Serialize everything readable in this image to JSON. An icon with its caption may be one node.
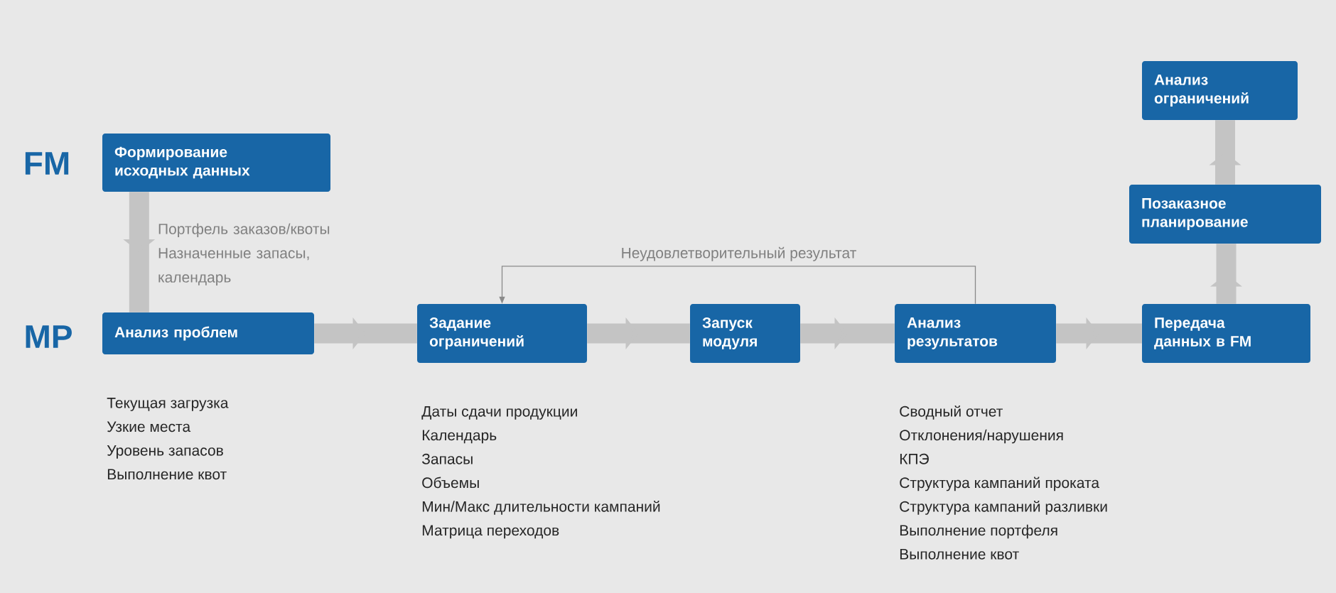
{
  "diagram": {
    "nodes": [
      {
        "text": [
          "Формирование исходных данных"
        ]
      },
      {
        "text": [
          "Анализ проблем"
        ],
        "beside": [
          "Текущая загрузка",
          "Узкие места",
          "Уровень запасов",
          "Выполнение квот"
        ]
      },
      {
        "text": [
          "Задание ограничений"
        ],
        "beside": [
          "Даты сдачи продукции",
          "Календарь",
          "Запасы",
          "Объемы",
          "Мин/Макс длительности кампаний",
          "Матрица переходов"
        ]
      },
      {
        "text": [
          "Запуск модуля"
        ]
      },
      {
        "text": [
          "Анализ результатов"
        ],
        "beside": [
          "Сводный отчет",
          "Отклонения/нарушения",
          "КПЭ",
          "Структура кампаний проката",
          "Структура кампаний разливки",
          "Выполнение портфеля",
          "Выполнение квот"
        ]
      },
      {
        "text": [
          "Передача данных в FM"
        ]
      },
      {
        "text": [
          "Позаказное планирование"
        ]
      },
      {
        "text": [
          "Анализ ограничений"
        ]
      }
    ],
    "edges": [
      {
        "from": 0,
        "to": 1,
        "arrow": "to",
        "label": "Портфель заказов/квоты Назначенные запасы, календарь"
      },
      {
        "from": 1,
        "to": 2,
        "arrow": "to"
      },
      {
        "from": 2,
        "to": 3,
        "arrow": "to"
      },
      {
        "from": 3,
        "to": 4,
        "arrow": "to"
      },
      {
        "from": 4,
        "to": 5,
        "arrow": "to"
      },
      {
        "from": 5,
        "to": 6,
        "arrow": "to"
      },
      {
        "from": 6,
        "to": 7,
        "arrow": "to"
      },
      {
        "from": 4,
        "to": 2,
        "arrow": "to",
        "color": "#8a8a8a",
        "label": "Неудовлетворительный результат"
      }
    ],
    "labels": [
      "FM",
      "MP"
    ]
  }
}
